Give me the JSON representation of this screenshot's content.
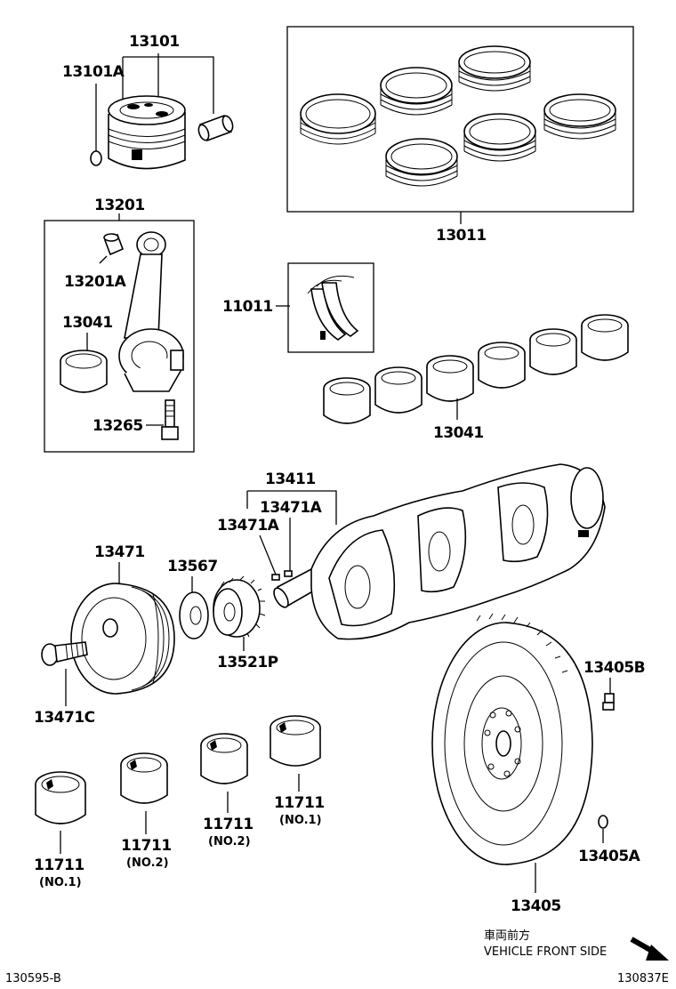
{
  "parts": {
    "p13101": "13101",
    "p13101a": "13101A",
    "p13011": "13011",
    "p13201": "13201",
    "p13201a": "13201A",
    "p13041_rod": "13041",
    "p13265": "13265",
    "p11011": "11011",
    "p13041_main": "13041",
    "p13411": "13411",
    "p13471a_1": "13471A",
    "p13471a_2": "13471A",
    "p13471": "13471",
    "p13567": "13567",
    "p13521p": "13521P",
    "p13471c": "13471C",
    "p13405b": "13405B",
    "p13405a": "13405A",
    "p13405": "13405",
    "p11711_a": "11711",
    "p11711_a_note": "(NO.1)",
    "p11711_b": "11711",
    "p11711_b_note": "(NO.2)",
    "p11711_c": "11711",
    "p11711_c_note": "(NO.2)",
    "p11711_d": "11711",
    "p11711_d_note": "(NO.1)"
  },
  "direction": {
    "jp": "車両前方",
    "en": "VEHICLE FRONT SIDE"
  },
  "codes": {
    "left": "130595-B",
    "right": "130837E"
  }
}
